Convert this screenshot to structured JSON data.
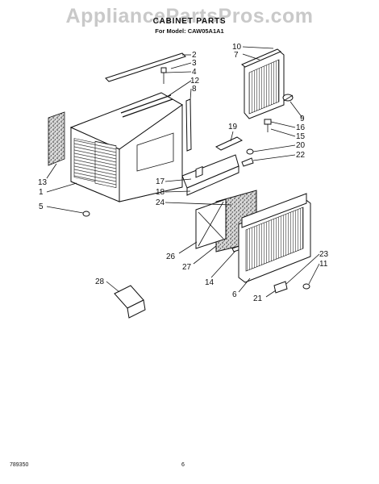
{
  "watermark": "AppliancePartsPros.com",
  "title": "CABINET PARTS",
  "subtitle": "For Model: CAW05A1A1",
  "footer": {
    "doc_number": "789350",
    "page": "6"
  },
  "callouts": [
    "1",
    "2",
    "3",
    "4",
    "5",
    "6",
    "7",
    "8",
    "9",
    "10",
    "11",
    "12",
    "13",
    "14",
    "15",
    "16",
    "17",
    "18",
    "19",
    "20",
    "21",
    "22",
    "23",
    "24",
    "26",
    "27",
    "28"
  ]
}
